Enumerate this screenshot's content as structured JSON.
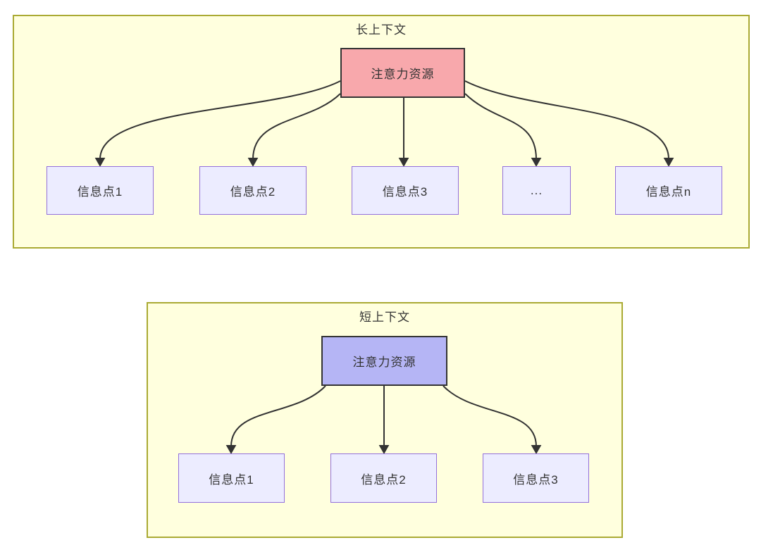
{
  "diagrams": [
    {
      "id": "long-context",
      "title": "长上下文",
      "root": {
        "label": "注意力资源"
      },
      "children": [
        {
          "label": "信息点1"
        },
        {
          "label": "信息点2"
        },
        {
          "label": "信息点3"
        },
        {
          "label": "..."
        },
        {
          "label": "信息点n"
        }
      ]
    },
    {
      "id": "short-context",
      "title": "短上下文",
      "root": {
        "label": "注意力资源"
      },
      "children": [
        {
          "label": "信息点1"
        },
        {
          "label": "信息点2"
        },
        {
          "label": "信息点3"
        }
      ]
    }
  ],
  "colors": {
    "panel_fill": "#ffffde",
    "panel_border": "#aaaa33",
    "info_node_fill": "#ececff",
    "info_node_border": "#9370db",
    "long_root_fill": "#f8a8ac",
    "short_root_fill": "#b5b5f5",
    "root_border": "#333333",
    "edge_color": "#333333",
    "text_color": "#333333"
  }
}
